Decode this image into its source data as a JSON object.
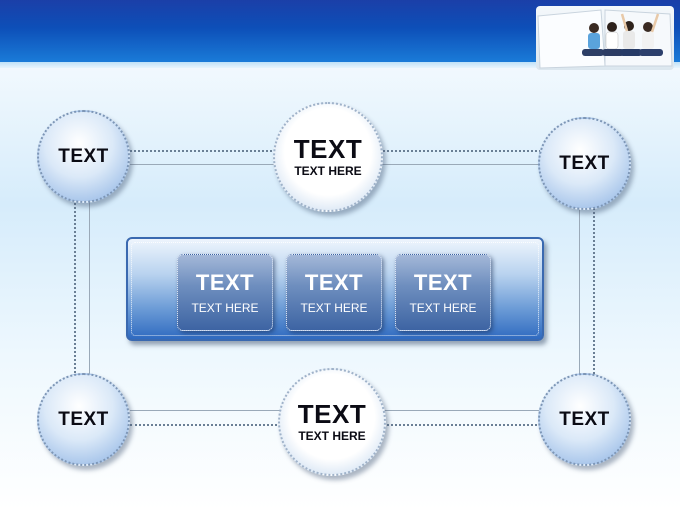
{
  "header": {
    "photo_icon": "students-photo"
  },
  "corner_nodes": {
    "top_left": "TEXT",
    "top_right": "TEXT",
    "bottom_left": "TEXT",
    "bottom_right": "TEXT"
  },
  "center_nodes": {
    "top": {
      "title": "TEXT",
      "subtitle": "TEXT HERE"
    },
    "bottom": {
      "title": "TEXT",
      "subtitle": "TEXT HERE"
    }
  },
  "panel_boxes": [
    {
      "title": "TEXT",
      "subtitle": "TEXT HERE"
    },
    {
      "title": "TEXT",
      "subtitle": "TEXT HERE"
    },
    {
      "title": "TEXT",
      "subtitle": "TEXT HERE"
    }
  ],
  "colors": {
    "header_blue": "#0d4fb8",
    "panel_blue": "#2f6ac0",
    "node_blue": "#a6c4ea"
  }
}
